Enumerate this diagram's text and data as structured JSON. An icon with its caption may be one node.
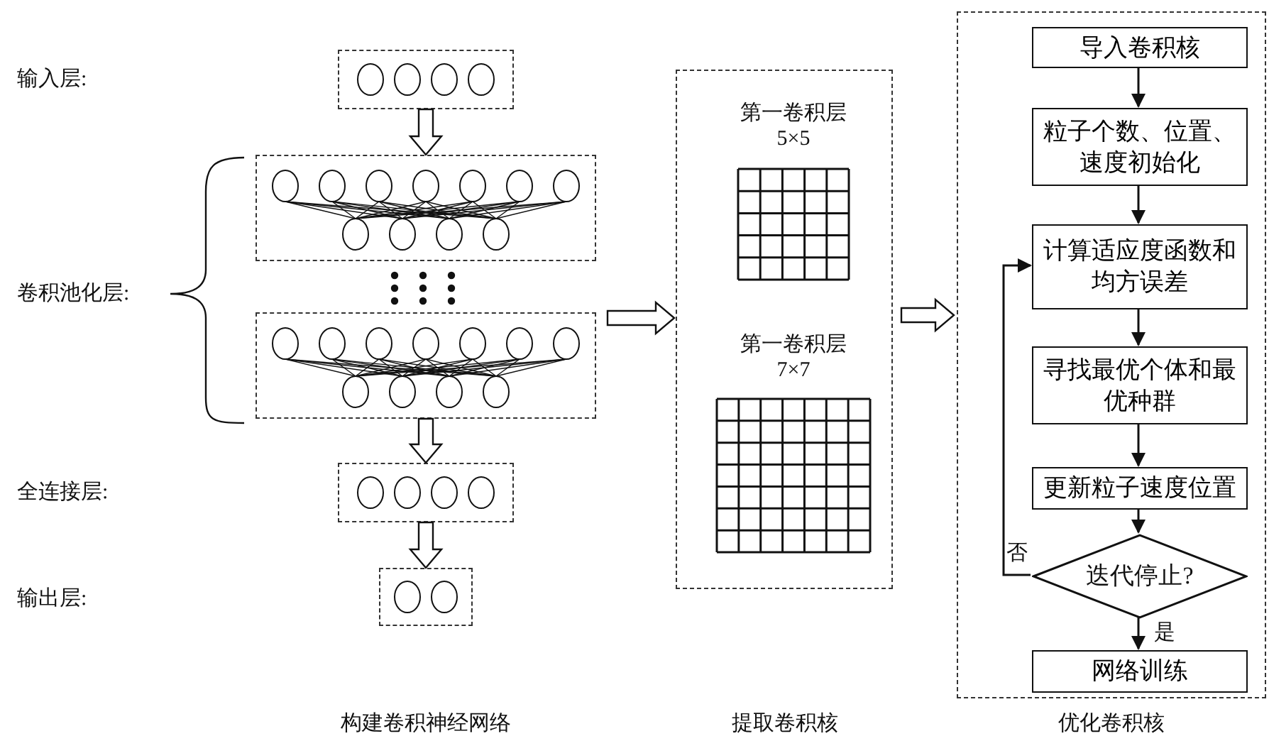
{
  "diagram": {
    "nodes": [
      {
        "text": [],
        "shape": "box"
      },
      {
        "text": [],
        "shape": "box"
      },
      {
        "text": [],
        "shape": "box"
      },
      {
        "text": [],
        "shape": "box"
      },
      {
        "text": [],
        "shape": "box"
      },
      {
        "text": [],
        "shape": "box"
      },
      {
        "text": [
          "第一卷积层 5×5"
        ],
        "in": 5
      },
      {
        "text": [
          "第一卷积层 7×7"
        ],
        "in": 5
      },
      {
        "text": [],
        "shape": "box"
      },
      {
        "text": [
          "导入卷积核"
        ],
        "in": 8
      },
      {
        "text": [
          "粒子个数、位置、速度初始化"
        ],
        "in": 8
      },
      {
        "text": [
          "计算适应度函数和均方误差"
        ],
        "in": 8
      },
      {
        "text": [
          "寻找最优个体和最优种群"
        ],
        "in": 8
      },
      {
        "text": [
          "更新粒子速度位置"
        ],
        "in": 8
      },
      {
        "text": [
          "迭代停止?"
        ],
        "in": 8
      },
      {
        "text": [
          "网络训练"
        ],
        "in": 8
      }
    ],
    "edges": [
      {
        "from": 0,
        "to": 1,
        "arrow": "to",
        "style": "thick"
      },
      {
        "from": 2,
        "to": 3,
        "arrow": "to",
        "style": "thick"
      },
      {
        "from": 3,
        "to": 4,
        "arrow": "to",
        "style": "thick"
      },
      {
        "from": null,
        "to": 5,
        "arrow": "to",
        "style": "thick"
      },
      {
        "from": 5,
        "to": 8,
        "arrow": "to",
        "style": "thick"
      },
      {
        "from": 9,
        "to": 10,
        "arrow": "to"
      },
      {
        "from": 10,
        "to": 11,
        "arrow": "to"
      },
      {
        "from": 11,
        "to": 12,
        "arrow": "to"
      },
      {
        "from": 12,
        "to": 13,
        "arrow": "to"
      },
      {
        "from": 13,
        "to": 14,
        "arrow": "to"
      },
      {
        "from": 14,
        "to": 15,
        "arrow": "to",
        "label": "是"
      },
      {
        "from": 14,
        "to": 11,
        "arrow": "to",
        "label": "否"
      }
    ],
    "labels": [
      "输入层:",
      "卷积池化层:",
      "全连接层:",
      "输出层:",
      "构建卷积神经网络",
      "提取卷积核",
      "优化卷积核"
    ]
  }
}
